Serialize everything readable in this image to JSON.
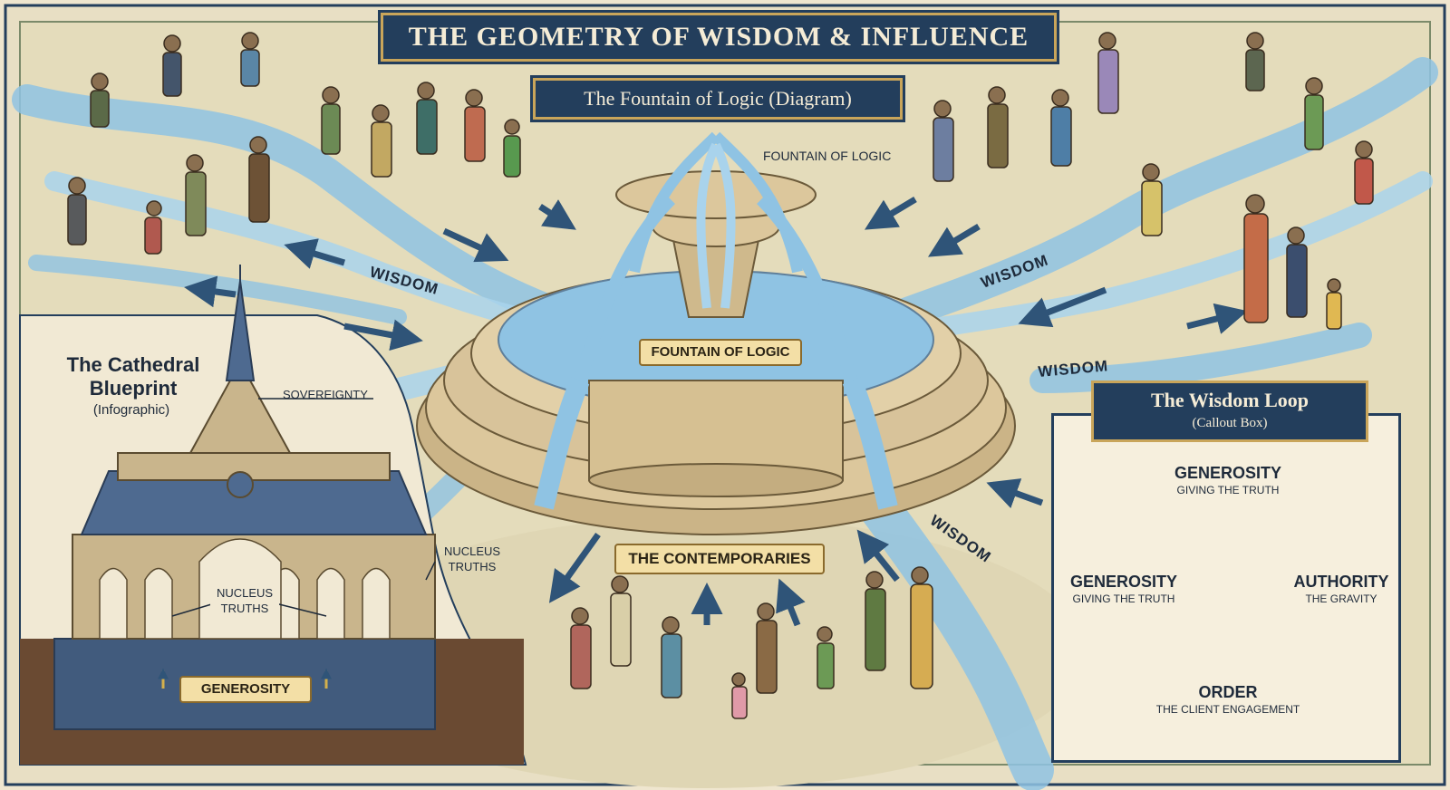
{
  "title": "THE GEOMETRY OF WISDOM & INFLUENCE",
  "fountain_section": {
    "banner": "The Fountain of Logic (Diagram)",
    "callout_top": "FOUNTAIN OF LOGIC",
    "basin_label": "FOUNTAIN OF LOGIC",
    "crowd_label": "THE CONTEMPORARIES",
    "stream_labels": [
      "WISDOM",
      "WISDOM",
      "WISDOM",
      "WISDOM"
    ]
  },
  "cathedral_section": {
    "title": "The Cathedral Blueprint",
    "subtitle": "(Infographic)",
    "labels": {
      "spire": "SOVEREIGNTY",
      "wall": "NUCLEUS TRUTHS",
      "interior": "NUCLEUS TRUTHS",
      "foundation": "GENEROSITY"
    }
  },
  "wisdom_loop": {
    "title": "The Wisdom Loop",
    "subtitle": "(Callout Box)",
    "nodes": [
      {
        "title": "GENEROSITY",
        "sub": "GIVING THE TRUTH"
      },
      {
        "title": "AUTHORITY",
        "sub": "THE GRAVITY"
      },
      {
        "title": "ORDER",
        "sub": "THE CLIENT ENGAGEMENT"
      },
      {
        "title": "GENEROSITY",
        "sub": "GIVING THE TRUTH"
      }
    ]
  },
  "colors": {
    "navy": "#233e5c",
    "gold": "#c9a55a",
    "water": "#8fc3e3",
    "stone": "#d8c39a",
    "parchment": "#efe6cf"
  }
}
